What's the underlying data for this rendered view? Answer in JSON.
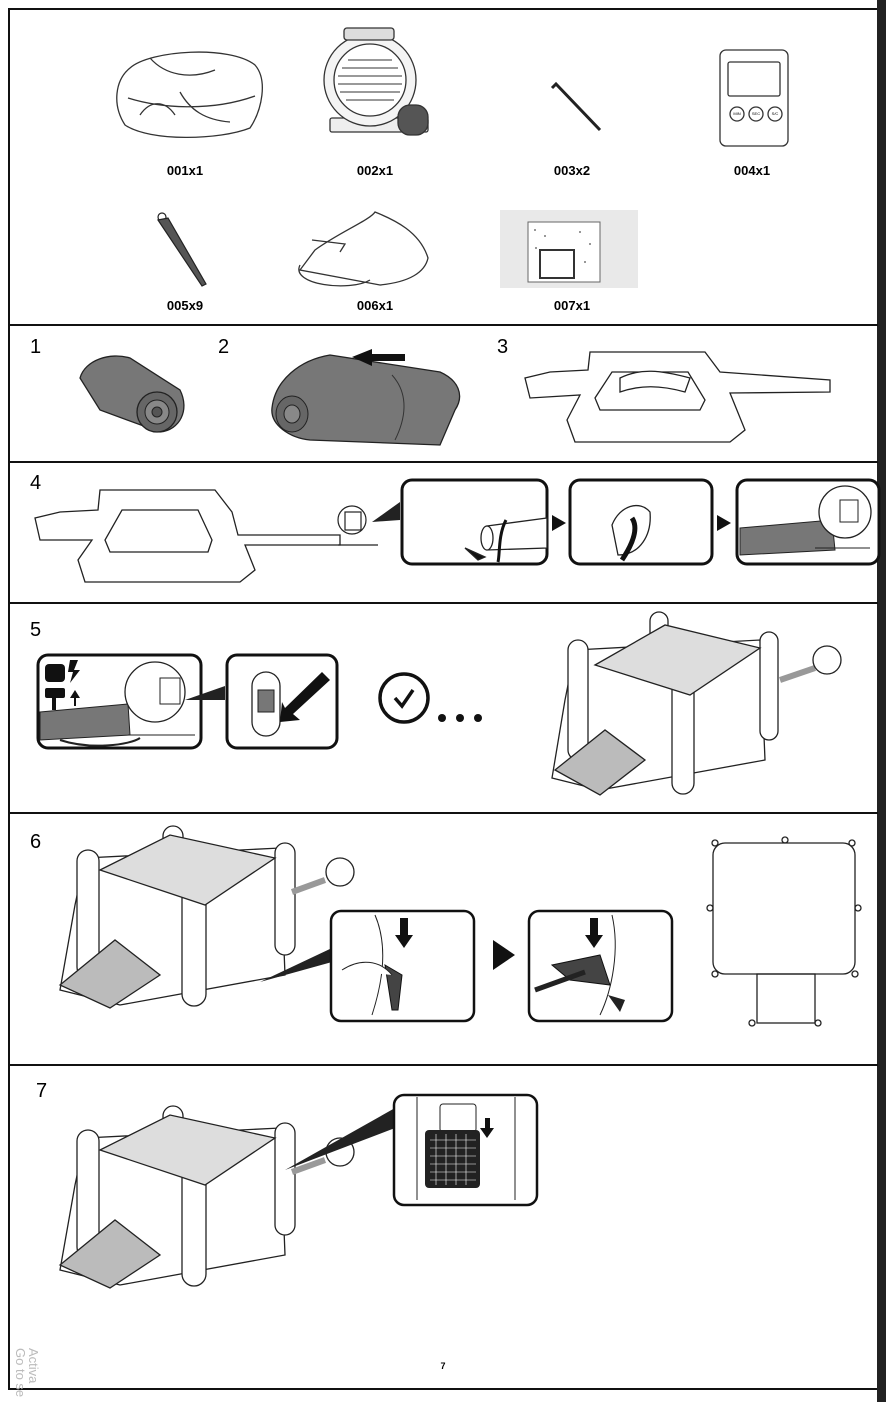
{
  "parts": [
    {
      "label": "001x1",
      "icon": "folded-bouncer-icon"
    },
    {
      "label": "002x1",
      "icon": "blower-icon"
    },
    {
      "label": "003x2",
      "icon": "hook-stake-icon"
    },
    {
      "label": "004x1",
      "icon": "timer-icon"
    },
    {
      "label": "005x9",
      "icon": "ground-stake-icon"
    },
    {
      "label": "006x1",
      "icon": "storage-bag-icon"
    },
    {
      "label": "007x1",
      "icon": "repair-kit-icon"
    }
  ],
  "timer_buttons": [
    "MIN",
    "SEC",
    "S/C"
  ],
  "steps": [
    "1",
    "2",
    "3",
    "4",
    "5",
    "6",
    "7"
  ],
  "page_number": "7",
  "watermark": [
    "Activa",
    "Go to se"
  ]
}
